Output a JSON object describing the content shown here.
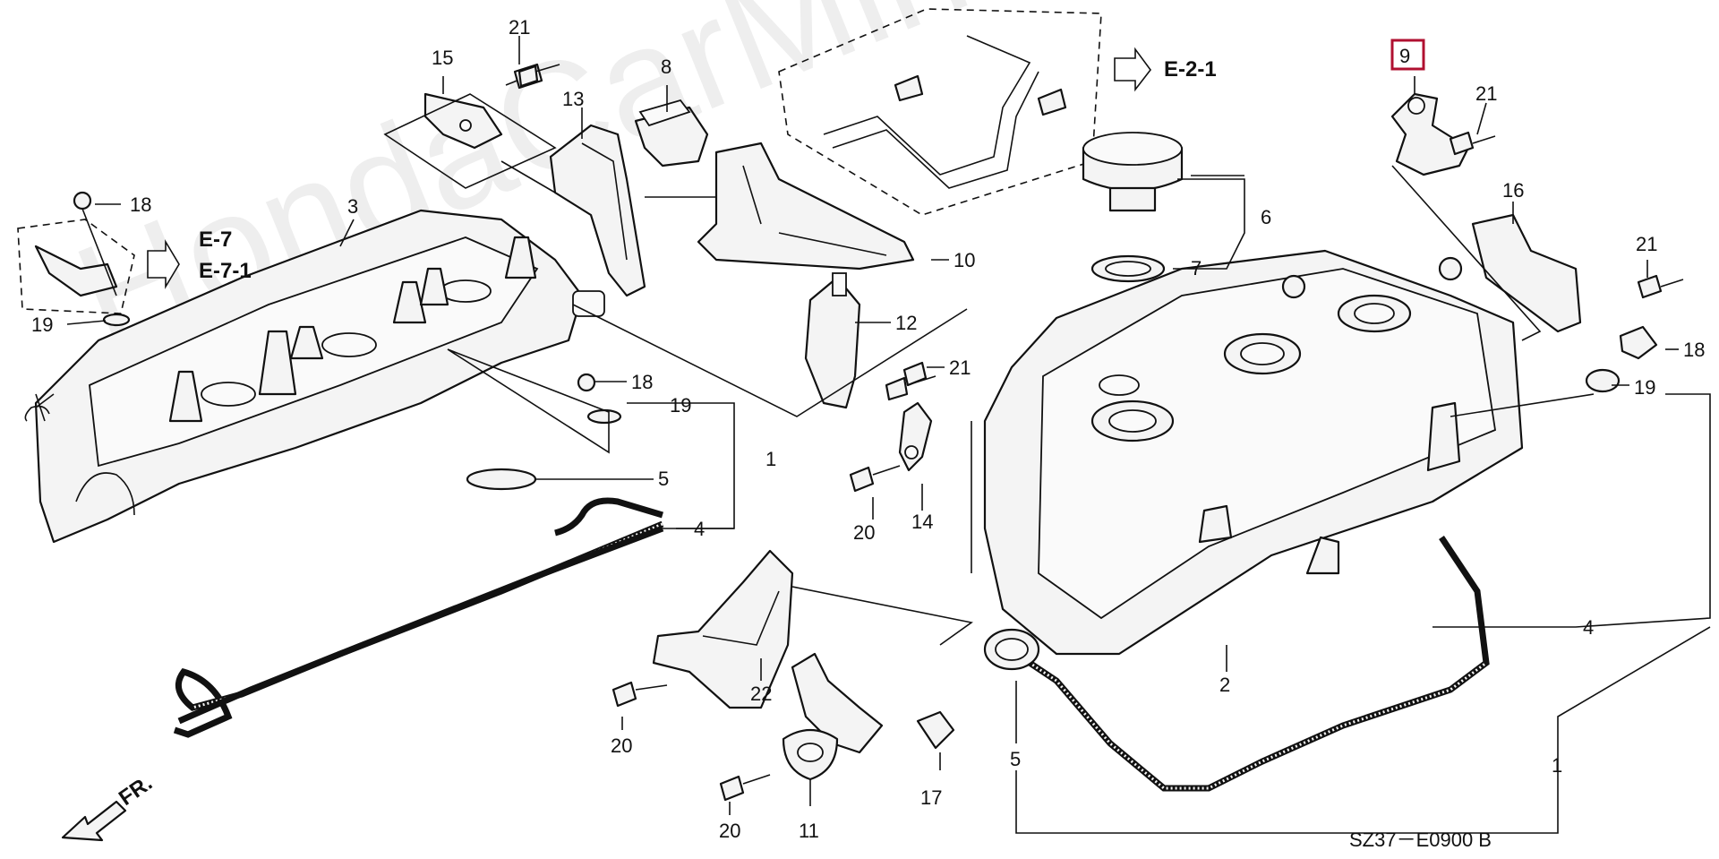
{
  "watermark": "HondaCarMine.ru",
  "diagram_code": "SZ37－E0900 B",
  "front_label": "FR.",
  "refs": {
    "e7": "E-7",
    "e71": "E-7-1",
    "e21": "E-2-1"
  },
  "callouts": {
    "c21a": "21",
    "c15": "15",
    "c8": "8",
    "c13": "13",
    "c9": "9",
    "c21b": "21",
    "c18a": "18",
    "c3": "3",
    "c6": "6",
    "c16": "16",
    "c21c": "21",
    "c19a": "19",
    "c7": "7",
    "c10": "10",
    "c12": "12",
    "c18b": "18",
    "c21d": "21",
    "c18c": "18",
    "c19b": "19",
    "c19c": "19",
    "c1a": "1",
    "c5a": "5",
    "c4a": "4",
    "c20a": "20",
    "c14": "14",
    "c2": "2",
    "c4b": "4",
    "c22": "22",
    "c20b": "20",
    "c1b": "1",
    "c17": "17",
    "c5b": "5",
    "c20c": "20",
    "c11": "11"
  },
  "colors": {
    "highlight": "#b01030",
    "ink": "#111111",
    "watermark": "#eeeeee"
  }
}
